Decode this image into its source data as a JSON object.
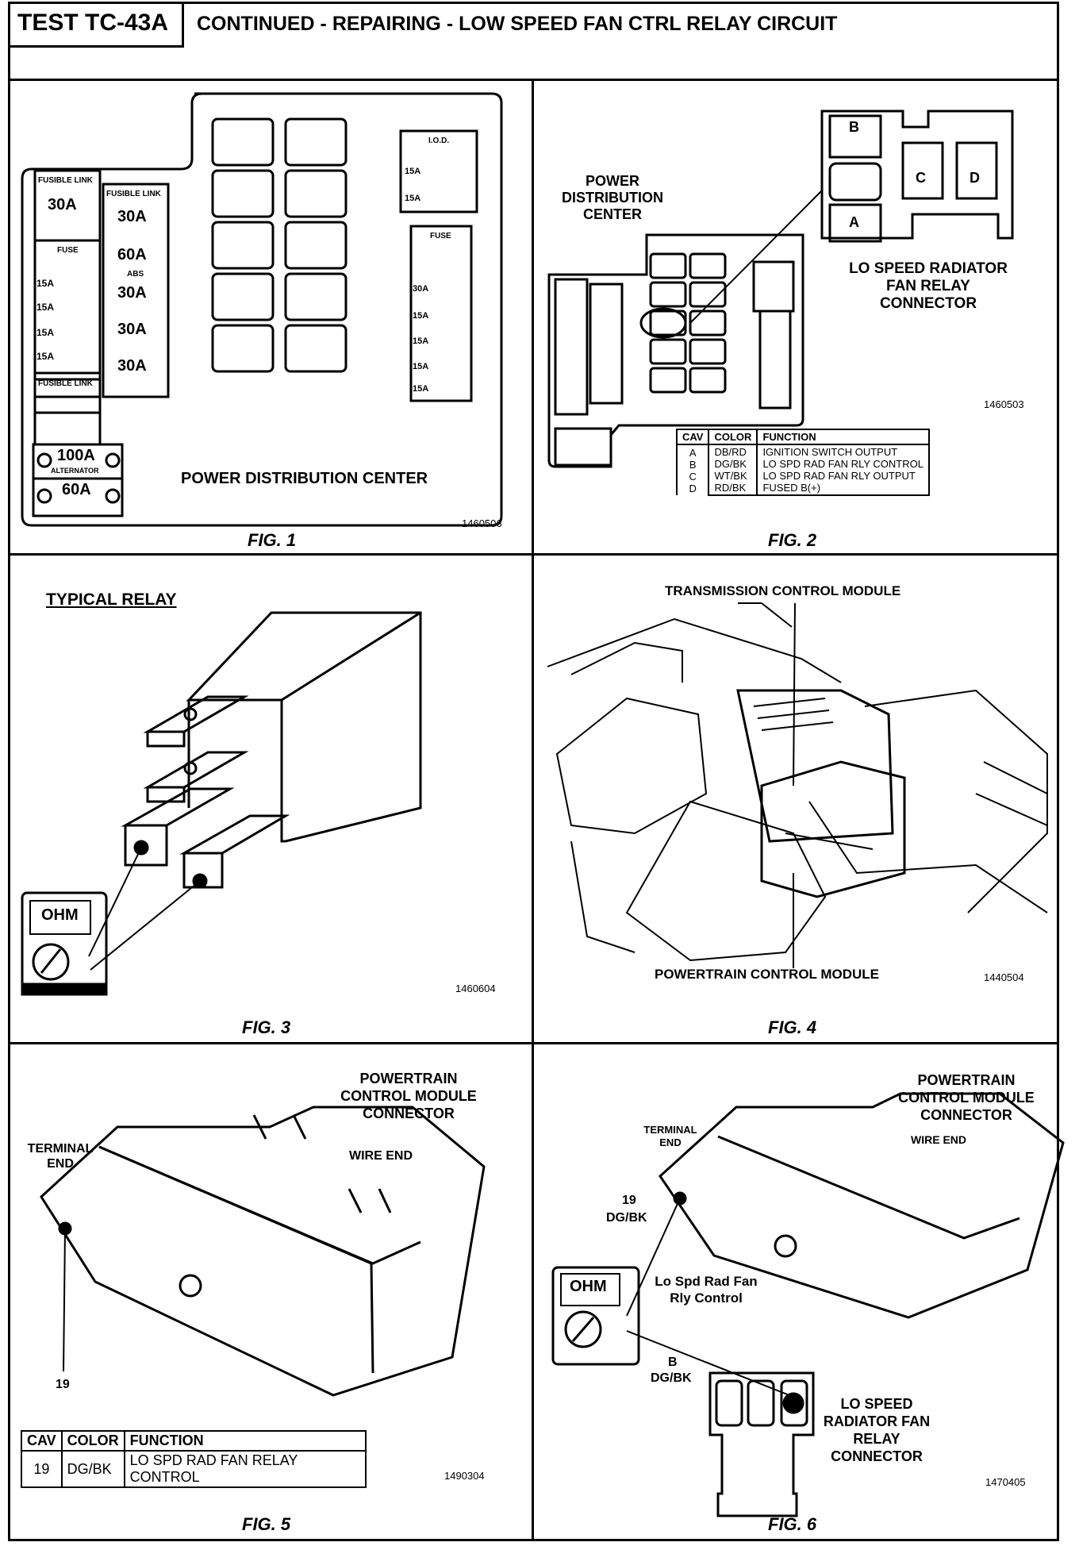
{
  "header": {
    "test_id": "TEST TC-43A",
    "title": "CONTINUED -  REPAIRING - LOW SPEED FAN CTRL RELAY CIRCUIT"
  },
  "fig1": {
    "caption": "FIG. 1",
    "label": "POWER DISTRIBUTION CENTER",
    "number": "1460506",
    "fusible_link_top": "FUSIBLE LINK",
    "fusible_link_right": "FUSIBLE LINK",
    "fuse_30a_engine": "30A",
    "fuse_30a_right_1": "30A",
    "fuse_60a_abs": "60A",
    "abs": "ABS",
    "fuse_30a_right_2": "30A",
    "fuse_30a_right_3": "30A",
    "fuse_30a_headlamp": "30A",
    "fuse_box_label": "FUSE",
    "small_fuses": [
      "15A",
      "15A",
      "15A",
      "15A"
    ],
    "fuse_100a": "100A",
    "alternator": "ALTERNATOR",
    "fuse_60a": "60A",
    "fuse_right_column": [
      "30A",
      "15A",
      "15A",
      "15A",
      "15A"
    ],
    "right_fuse_label": "FUSE",
    "iod_label": "I.O.D.",
    "iod_fuses": [
      "15A",
      "15A"
    ]
  },
  "fig2": {
    "caption": "FIG. 2",
    "title_left": "POWER DISTRIBUTION CENTER",
    "connector_title": "LO SPEED RADIATOR FAN RELAY CONNECTOR",
    "number": "1460503",
    "cavities": [
      "B",
      "C",
      "D",
      "A"
    ],
    "table_headers": [
      "CAV",
      "COLOR",
      "FUNCTION"
    ],
    "table_rows": [
      [
        "A",
        "DB/RD",
        "IGNITION SWITCH OUTPUT"
      ],
      [
        "B",
        "DG/BK",
        "LO SPD RAD FAN RLY CONTROL"
      ],
      [
        "C",
        "WT/BK",
        "LO SPD RAD FAN RLY OUTPUT"
      ],
      [
        "D",
        "RD/BK",
        "FUSED B(+)"
      ]
    ]
  },
  "fig3": {
    "caption": "FIG. 3",
    "title": "TYPICAL RELAY",
    "number": "1460604",
    "meter": "OHM"
  },
  "fig4": {
    "caption": "FIG. 4",
    "label_top": "TRANSMISSION CONTROL MODULE",
    "label_bottom": "POWERTRAIN CONTROL MODULE",
    "number": "1440504"
  },
  "fig5": {
    "caption": "FIG. 5",
    "title": "POWERTRAIN CONTROL MODULE CONNECTOR",
    "terminal_end": "TERMINAL END",
    "wire_end": "WIRE  END",
    "pin": "19",
    "number": "1490304",
    "table_headers": [
      "CAV",
      "COLOR",
      "FUNCTION"
    ],
    "table_rows": [
      [
        "19",
        "DG/BK",
        "LO SPD RAD FAN RELAY CONTROL"
      ]
    ]
  },
  "fig6": {
    "caption": "FIG. 6",
    "title": "POWERTRAIN CONTROL MODULE CONNECTOR",
    "terminal_end": "TERMINAL END",
    "wire_end": "WIRE  END",
    "pin": "19",
    "pin_color": "DG/BK",
    "cav": "B",
    "cav_color": "DG/BK",
    "circuit": "Lo Spd Rad Fan Rly Control",
    "connector_title": "LO SPEED RADIATOR FAN RELAY CONNECTOR",
    "meter": "OHM",
    "number": "1470405"
  }
}
